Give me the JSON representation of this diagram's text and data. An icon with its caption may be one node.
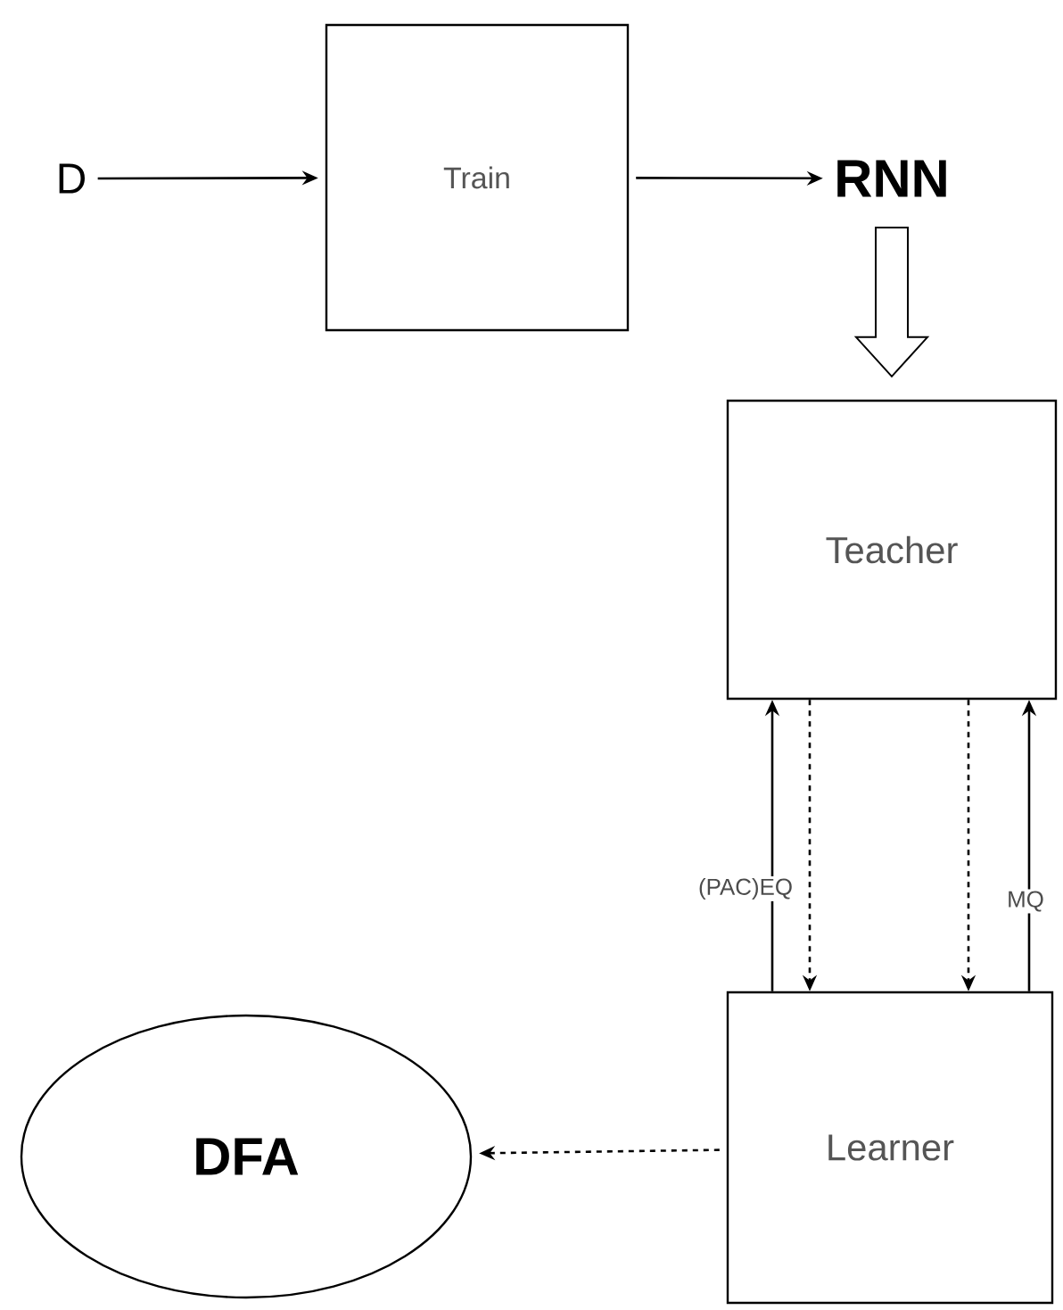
{
  "diagram": {
    "nodes": [
      {
        "text": [
          "D"
        ]
      },
      {
        "text": [
          "Train"
        ]
      },
      {
        "text": [
          "RNN"
        ]
      },
      {
        "text": [
          "Teacher"
        ]
      },
      {
        "text": [
          "Learner"
        ]
      },
      {
        "text": [
          "DFA"
        ]
      }
    ],
    "edges": [
      {
        "from": 0,
        "to": 1,
        "arrow": "to"
      },
      {
        "from": 1,
        "to": 2,
        "arrow": "to"
      },
      {
        "from": 2,
        "to": 3,
        "arrow": "to",
        "style": "thick"
      },
      {
        "from": 4,
        "to": 3,
        "arrow": "to",
        "label": "(PAC)EQ"
      },
      {
        "from": 3,
        "to": 4,
        "arrow": "to",
        "style": "dashed"
      },
      {
        "from": 3,
        "to": 4,
        "arrow": "to",
        "style": "dashed"
      },
      {
        "from": 4,
        "to": 3,
        "arrow": "to",
        "label": "MQ"
      },
      {
        "from": 4,
        "to": 5,
        "arrow": "to",
        "style": "dashed"
      }
    ]
  }
}
